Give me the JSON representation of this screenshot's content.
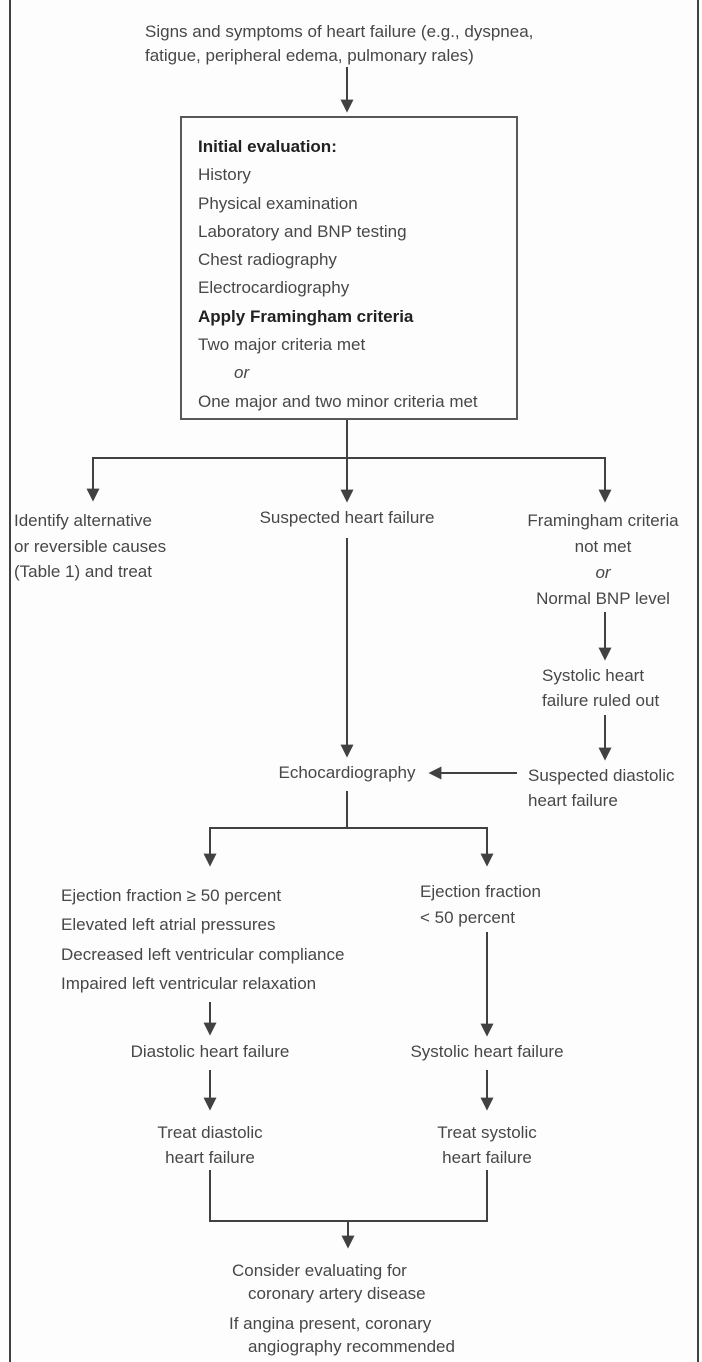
{
  "palette": {
    "background": "#fdfdfd",
    "text": "#474747",
    "bold_text": "#212121",
    "line": "#414141",
    "box_border": "#57585a"
  },
  "flowchart": {
    "signs": {
      "line1": "Signs and symptoms of heart failure (e.g., dyspnea,",
      "line2": "fatigue, peripheral edema, pulmonary rales)"
    },
    "initial_evaluation": {
      "title": "Initial evaluation:",
      "items": [
        "History",
        "Physical examination",
        "Laboratory and BNP testing",
        "Chest radiography",
        "Electrocardiography"
      ],
      "apply": "Apply Framingham criteria",
      "criteria1": "Two major criteria met",
      "or": "or",
      "criteria2": "One major and two minor criteria met"
    },
    "identify": {
      "line1": "Identify alternative",
      "line2": "or reversible causes",
      "line3": "(Table 1) and treat"
    },
    "suspected_hf": "Suspected heart failure",
    "framingham_not_met": {
      "line1": "Framingham criteria",
      "line2": "not met",
      "or": "or",
      "line3": "Normal BNP level"
    },
    "systolic_ruled_out": {
      "line1": "Systolic heart",
      "line2": "failure ruled out"
    },
    "suspected_diastolic": {
      "line1": "Suspected diastolic",
      "line2": "heart failure"
    },
    "echocardiography": "Echocardiography",
    "ef_preserved": {
      "line1": "Ejection fraction ≥ 50 percent",
      "line2": "Elevated left atrial pressures",
      "line3": "Decreased left ventricular compliance",
      "line4": "Impaired left ventricular relaxation"
    },
    "ef_reduced": {
      "line1": "Ejection fraction",
      "line2": "< 50 percent"
    },
    "diastolic_hf": "Diastolic heart failure",
    "systolic_hf": "Systolic heart failure",
    "treat_diastolic": {
      "line1": "Treat diastolic",
      "line2": "heart failure"
    },
    "treat_systolic": {
      "line1": "Treat systolic",
      "line2": "heart failure"
    },
    "consider_cad": {
      "line1": "Consider evaluating for",
      "line2": "coronary artery disease",
      "line3": "If angina present, coronary",
      "line4": "angiography recommended"
    }
  }
}
